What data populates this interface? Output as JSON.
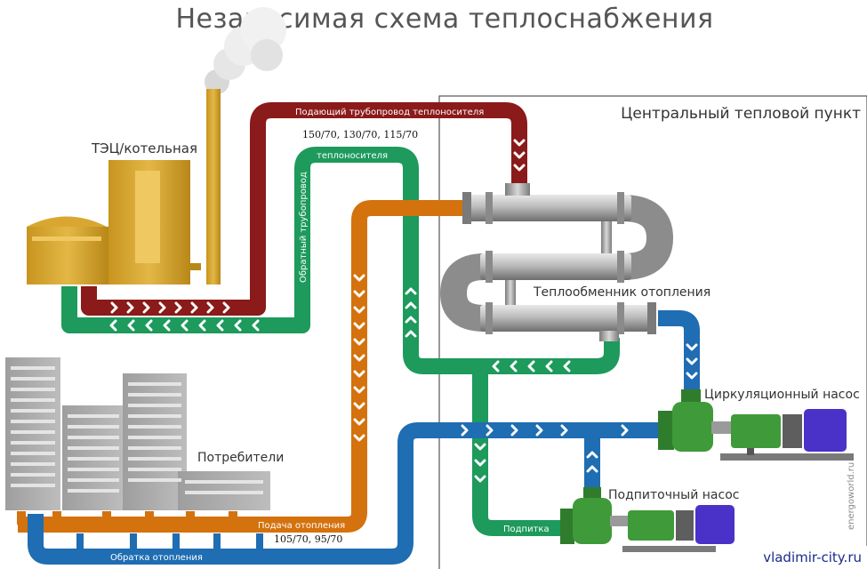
{
  "title": "Независимая схема теплоснабжения",
  "labels": {
    "boiler": "ТЭЦ/котельная",
    "central_point": "Центральный тепловой пункт",
    "supply_pipe": "Подающий трубопровод теплоносителя",
    "temps_supply": "150/70, 130/70, 115/70",
    "return_pipe_1": "теплоносителя",
    "return_pipe_2": "Обратный трубопровод",
    "heat_exchanger": "Теплообменник отопления",
    "circ_pump": "Циркуляционный насос",
    "consumers": "Потребители",
    "makeup_pump": "Подпиточный насос",
    "heating_supply": "Подача отопления",
    "temps_heating": "105/70, 95/70",
    "heating_return": "Обратка отопления",
    "makeup": "Подпитка"
  },
  "watermark": "energoworld.ru",
  "credit": "vladimir-city.ru",
  "colors": {
    "supply": "#8b1a1a",
    "return_primary": "#1d9a5c",
    "heating_supply": "#d4720e",
    "heating_return": "#1f6db2",
    "building_gold": "#d4a52c",
    "pump_green": "#3f9a3a",
    "motor_purple": "#4a32c9",
    "steel": "#9a9a9a"
  }
}
